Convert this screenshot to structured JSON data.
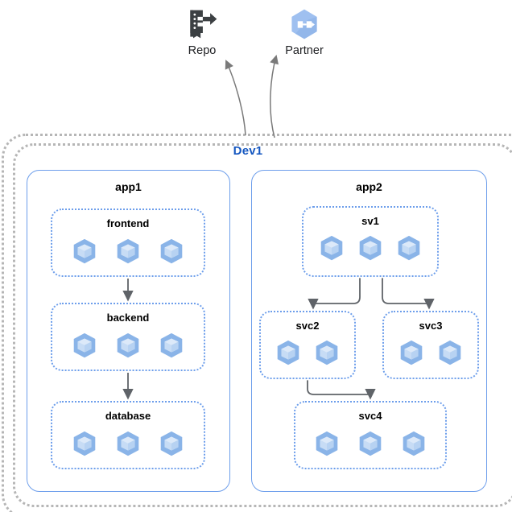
{
  "diagram": {
    "title_visible": false,
    "colors": {
      "env_label": "#1557c0",
      "env_border": "#b6b6b6",
      "app_border": "#6d9eeb",
      "service_border": "#6d9eeb",
      "pod_hex": "#8ab4e8",
      "pod_cube": "#c7dcf5",
      "arrow": "#5f6368",
      "repo_icon": "#3c4043",
      "partner_icon": "#9fc0f0",
      "text": "#000000"
    }
  },
  "external_nodes": [
    {
      "id": "repo",
      "label": "Repo",
      "icon": "source-repository-icon"
    },
    {
      "id": "partner",
      "label": "Partner",
      "icon": "partner-interconnect-icon"
    }
  ],
  "environment": {
    "label": "Dev1",
    "apps": [
      {
        "id": "app1",
        "label": "app1",
        "services": [
          {
            "id": "frontend",
            "label": "frontend",
            "pods": 3
          },
          {
            "id": "backend",
            "label": "backend",
            "pods": 3
          },
          {
            "id": "database",
            "label": "database",
            "pods": 3
          }
        ]
      },
      {
        "id": "app2",
        "label": "app2",
        "services": [
          {
            "id": "sv1",
            "label": "sv1",
            "pods": 3
          },
          {
            "id": "svc2",
            "label": "svc2",
            "pods": 2
          },
          {
            "id": "svc3",
            "label": "svc3",
            "pods": 2
          },
          {
            "id": "svc4",
            "label": "svc4",
            "pods": 3
          }
        ]
      }
    ]
  },
  "connections": [
    {
      "from": "frontend",
      "to": "backend",
      "style": "straight"
    },
    {
      "from": "backend",
      "to": "database",
      "style": "straight"
    },
    {
      "from": "sv1",
      "to": "svc2",
      "style": "elbow"
    },
    {
      "from": "sv1",
      "to": "svc3",
      "style": "elbow"
    },
    {
      "from": "svc2",
      "to": "svc4",
      "style": "elbow"
    },
    {
      "from": "environment",
      "to": "repo",
      "style": "curve"
    },
    {
      "from": "environment",
      "to": "partner",
      "style": "curve"
    }
  ]
}
